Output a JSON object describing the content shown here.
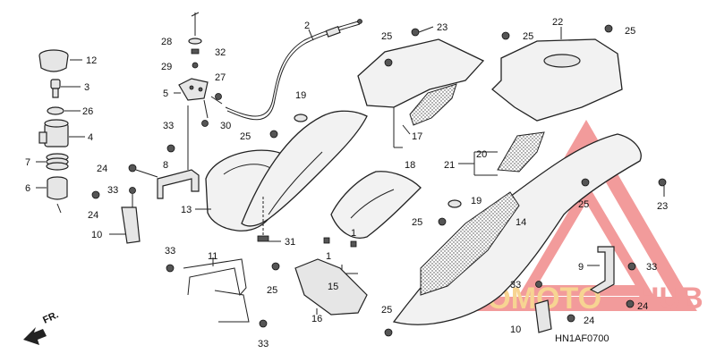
{
  "diagram_code": "HN1AF0700",
  "direction_label": "FR.",
  "watermark": {
    "word_left": "AUTOMOTO",
    "word_right": "HUB",
    "color_main": "#e84a4a",
    "color_left": "#f2b23a"
  },
  "callouts": [
    {
      "id": "c1",
      "text": "1"
    },
    {
      "id": "c1b",
      "text": "1"
    },
    {
      "id": "c2",
      "text": "2"
    },
    {
      "id": "c3",
      "text": "3"
    },
    {
      "id": "c4",
      "text": "4"
    },
    {
      "id": "c5",
      "text": "5"
    },
    {
      "id": "c6",
      "text": "6"
    },
    {
      "id": "c7",
      "text": "7"
    },
    {
      "id": "c8",
      "text": "8"
    },
    {
      "id": "c9",
      "text": "9"
    },
    {
      "id": "c10a",
      "text": "10"
    },
    {
      "id": "c10b",
      "text": "10"
    },
    {
      "id": "c11",
      "text": "11"
    },
    {
      "id": "c12",
      "text": "12"
    },
    {
      "id": "c13",
      "text": "13"
    },
    {
      "id": "c14",
      "text": "14"
    },
    {
      "id": "c15",
      "text": "15"
    },
    {
      "id": "c16",
      "text": "16"
    },
    {
      "id": "c17",
      "text": "17"
    },
    {
      "id": "c18",
      "text": "18"
    },
    {
      "id": "c19a",
      "text": "19"
    },
    {
      "id": "c19b",
      "text": "19"
    },
    {
      "id": "c20",
      "text": "20"
    },
    {
      "id": "c21",
      "text": "21"
    },
    {
      "id": "c22",
      "text": "22"
    },
    {
      "id": "c23a",
      "text": "23"
    },
    {
      "id": "c23b",
      "text": "23"
    },
    {
      "id": "c24a",
      "text": "24"
    },
    {
      "id": "c24b",
      "text": "24"
    },
    {
      "id": "c24c",
      "text": "24"
    },
    {
      "id": "c24d",
      "text": "24"
    },
    {
      "id": "c25a",
      "text": "25"
    },
    {
      "id": "c25b",
      "text": "25"
    },
    {
      "id": "c25c",
      "text": "25"
    },
    {
      "id": "c25d",
      "text": "25"
    },
    {
      "id": "c25e",
      "text": "25"
    },
    {
      "id": "c25f",
      "text": "25"
    },
    {
      "id": "c25g",
      "text": "25"
    },
    {
      "id": "c25h",
      "text": "25"
    },
    {
      "id": "c26",
      "text": "26"
    },
    {
      "id": "c27",
      "text": "27"
    },
    {
      "id": "c28",
      "text": "28"
    },
    {
      "id": "c29",
      "text": "29"
    },
    {
      "id": "c30",
      "text": "30"
    },
    {
      "id": "c31",
      "text": "31"
    },
    {
      "id": "c32",
      "text": "32"
    },
    {
      "id": "c33a",
      "text": "33"
    },
    {
      "id": "c33b",
      "text": "33"
    },
    {
      "id": "c33c",
      "text": "33"
    },
    {
      "id": "c33d",
      "text": "33"
    },
    {
      "id": "c33e",
      "text": "33"
    },
    {
      "id": "c33f",
      "text": "33"
    }
  ]
}
